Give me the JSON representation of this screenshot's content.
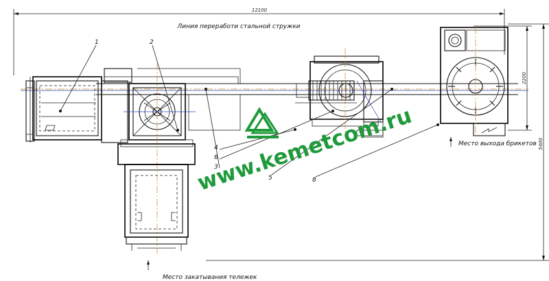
{
  "title": "Линия переработи стальной стружки",
  "dimensions": {
    "total_length": "12100",
    "width_right": "2200",
    "height_overall": "5400"
  },
  "callouts": [
    "1",
    "2",
    "3",
    "4",
    "5",
    "6",
    "8"
  ],
  "notes": {
    "exit": "Место выхода брикетов",
    "entry": "Место закатывания тележек"
  },
  "watermark": {
    "text": "www.kemetcom.ru",
    "color": "#1f9a3a"
  }
}
